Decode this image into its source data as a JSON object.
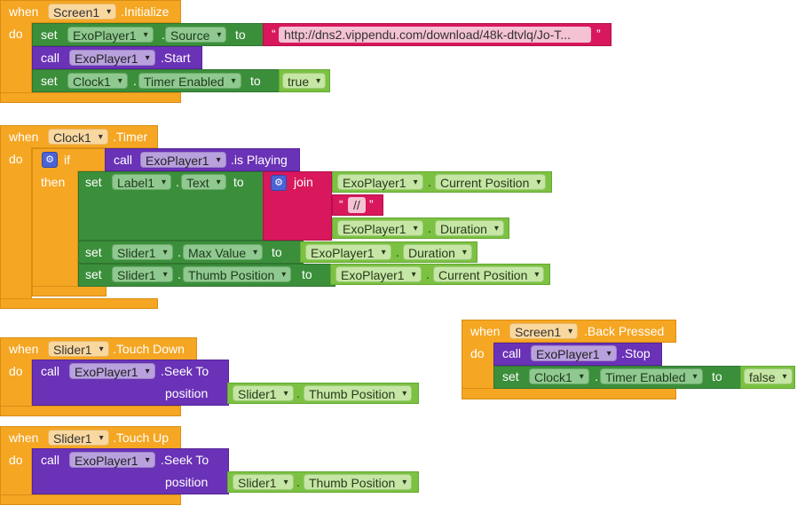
{
  "kw": {
    "when": "when",
    "do": "do",
    "set": "set",
    "to": "to",
    "call": "call",
    "if": "if",
    "then": "then",
    "join": "join",
    "position": "position"
  },
  "b1": {
    "component": "Screen1",
    "event": ".Initialize",
    "s1_comp": "ExoPlayer1",
    "s1_prop": "Source",
    "s1_value": "http://dns2.vippendu.com/download/48k-dtvlq/Jo-T...",
    "c1_comp": "ExoPlayer1",
    "c1_method": ".Start",
    "s2_comp": "Clock1",
    "s2_prop": "Timer Enabled",
    "s2_value": "true"
  },
  "b2": {
    "component": "Clock1",
    "event": ".Timer",
    "cond_comp": "ExoPlayer1",
    "cond_method": ".is Playing",
    "s1_comp": "Label1",
    "s1_prop": "Text",
    "j1_comp": "ExoPlayer1",
    "j1_prop": "Current Position",
    "j2_value": "//",
    "j3_comp": "ExoPlayer1",
    "j3_prop": "Duration",
    "s2_comp": "Slider1",
    "s2_prop": "Max Value",
    "s2v_comp": "ExoPlayer1",
    "s2v_prop": "Duration",
    "s3_comp": "Slider1",
    "s3_prop": "Thumb Position",
    "s3v_comp": "ExoPlayer1",
    "s3v_prop": "Current Position"
  },
  "b3": {
    "component": "Slider1",
    "event": ".Touch Down",
    "c_comp": "ExoPlayer1",
    "c_method": ".Seek To",
    "p_comp": "Slider1",
    "p_prop": "Thumb Position"
  },
  "b4": {
    "component": "Slider1",
    "event": ".Touch Up",
    "c_comp": "ExoPlayer1",
    "c_method": ".Seek To",
    "p_comp": "Slider1",
    "p_prop": "Thumb Position"
  },
  "b5": {
    "component": "Screen1",
    "event": ".Back Pressed",
    "c_comp": "ExoPlayer1",
    "c_method": ".Stop",
    "s_comp": "Clock1",
    "s_prop": "Timer Enabled",
    "s_value": "false"
  },
  "colors": {
    "event": "#f5a623",
    "setter": "#3b8f3b",
    "getter": "#7cc142",
    "method": "#6a32b6",
    "text": "#d8175c",
    "mutator": "#4b63d4"
  }
}
